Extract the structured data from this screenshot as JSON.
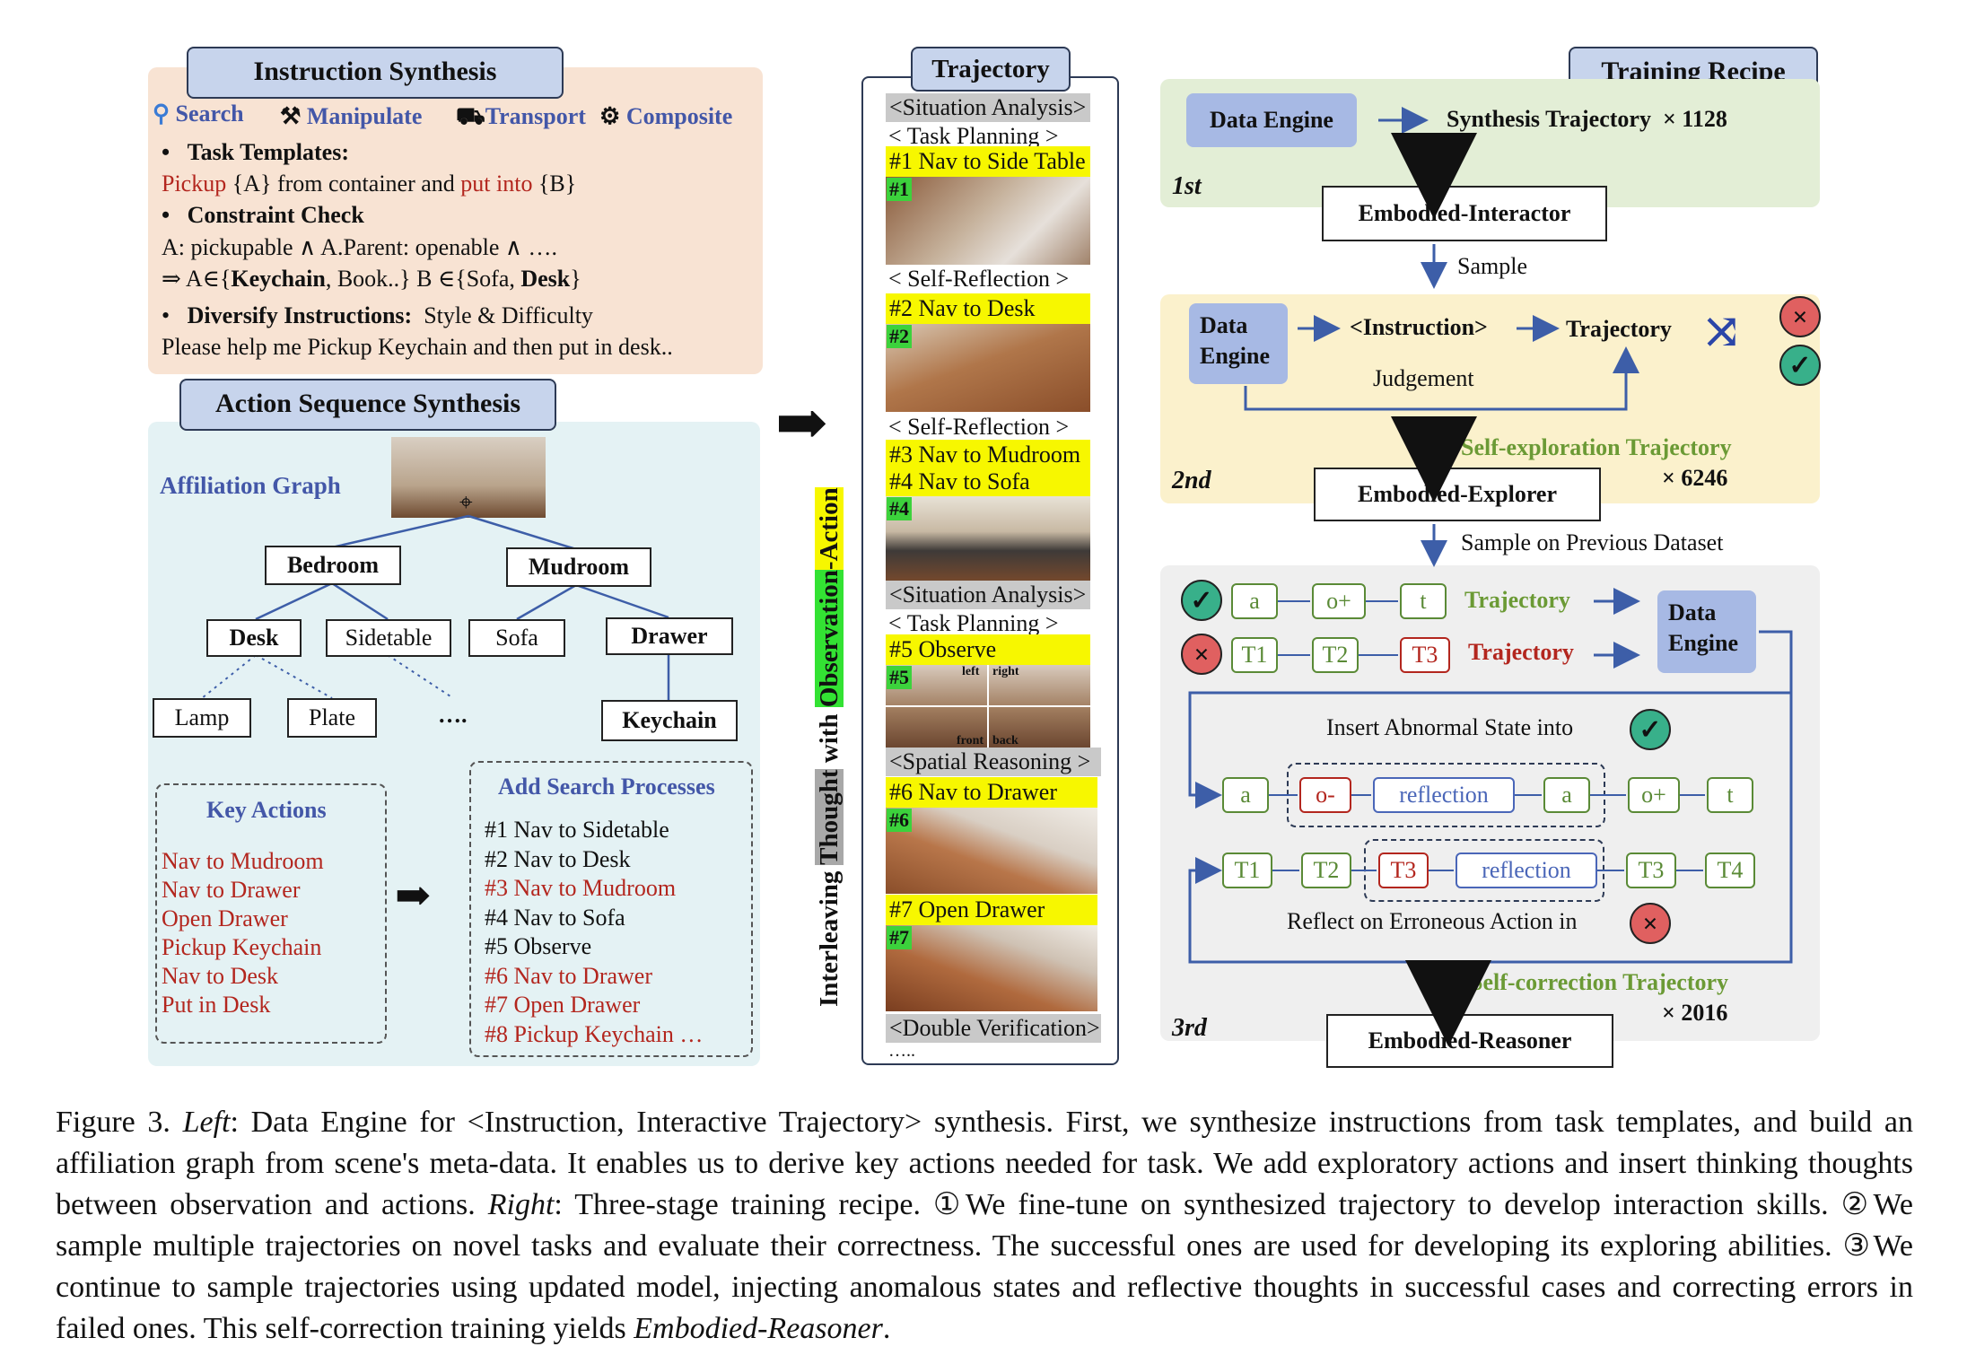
{
  "instruction_synthesis": {
    "title": "Instruction Synthesis",
    "categories": [
      "Search",
      "Manipulate",
      "Transport",
      "Composite"
    ],
    "task_templates_label": "Task Templates:",
    "template": {
      "pickup": "Pickup",
      "mid1": " {A} from container and ",
      "put": "put into",
      "mid2": " {B}"
    },
    "constraint_label": "Constraint Check",
    "constraint_line1": "A: pickupable ∧ A.Parent: openable ∧ ….",
    "constraint_line2_pre": "⇒ A∈{",
    "constraint_keychain": "Keychain",
    "constraint_line2_mid": ", Book..} B ∈{Sofa, ",
    "constraint_desk": "Desk",
    "constraint_line2_end": "}",
    "diversify_label": "Diversify Instructions:",
    "diversify_value": "Style & Difficulty",
    "example": "Please help me Pickup Keychain and then put in desk.."
  },
  "action_sequence": {
    "title": "Action Sequence Synthesis",
    "graph_label": "Affiliation Graph",
    "nodes": {
      "bedroom": "Bedroom",
      "mudroom": "Mudroom",
      "desk": "Desk",
      "sidetable": "Sidetable",
      "sofa": "Sofa",
      "drawer": "Drawer",
      "lamp": "Lamp",
      "plate": "Plate",
      "ellipsis": "….",
      "keychain": "Keychain"
    },
    "key_actions_title": "Key Actions",
    "key_actions": [
      "Nav to Mudroom",
      "Nav to Drawer",
      "Open Drawer",
      "Pickup Keychain",
      "Nav to Desk",
      "Put in Desk"
    ],
    "search_title": "Add Search Processes",
    "search_items": [
      {
        "text": "#1 Nav to Sidetable",
        "red": false
      },
      {
        "text": "#2 Nav to Desk",
        "red": false
      },
      {
        "text": "#3 Nav to Mudroom",
        "red": true
      },
      {
        "text": "#4 Nav to Sofa",
        "red": false
      },
      {
        "text": "#5 Observe",
        "red": false
      },
      {
        "text": "#6 Nav to Drawer",
        "red": true
      },
      {
        "text": "#7 Open Drawer",
        "red": true
      },
      {
        "text": "#8 Pickup Keychain …",
        "red": true
      }
    ]
  },
  "vertical_label": {
    "p1": "Interleaving ",
    "p2": "Thought",
    "p3": " with ",
    "p4": "Observation",
    "p5": "-Action"
  },
  "trajectory": {
    "title": "Trajectory",
    "situation1": "<Situation Analysis>",
    "planning1": "<   Task Planning    >",
    "step1": "#1 Nav to Side Table",
    "tag1": "#1",
    "reflection1": "<  Self-Reflection   >",
    "step2": "#2 Nav to Desk",
    "tag2": "#2",
    "reflection2": "<  Self-Reflection   >",
    "step3": "#3 Nav to Mudroom",
    "step4": "#4 Nav to Sofa",
    "tag4": "#4",
    "situation2": "<Situation Analysis>",
    "planning2": "<   Task  Planning   >",
    "step5": "#5     Observe",
    "tag5": "#5",
    "obs_left": "left",
    "obs_right": "right",
    "obs_front": "front",
    "obs_back": "back",
    "spatial": "<Spatial Reasoning >",
    "step6": "#6   Nav to Drawer",
    "tag6": "#6",
    "step7": "#7     Open Drawer",
    "tag7": "#7",
    "double": "<Double Verification>",
    "more": "….."
  },
  "training": {
    "title": "Training Recipe",
    "s1": {
      "data_engine": "Data Engine",
      "synth": "Synthesis Trajectory",
      "count": "× 1128",
      "stage": "1st",
      "model": "Embodied-Interactor",
      "sample": "Sample"
    },
    "s2": {
      "data_engine": "Data Engine",
      "instruction": "<Instruction>",
      "trajectory": "Trajectory",
      "judgement": "Judgement",
      "self_exploration": "Self-exploration Trajectory",
      "count": "× 6246",
      "stage": "2nd",
      "model": "Embodied-Explorer",
      "sample": "Sample on Previous Dataset"
    },
    "s3": {
      "row1": [
        "a",
        "o+",
        "t"
      ],
      "row1_label": "Trajectory",
      "row2": [
        "T1",
        "T2",
        "T3"
      ],
      "row2_label": "Trajectory",
      "data_engine": "Data Engine",
      "insert_label": "Insert Abnormal State into",
      "seq1": [
        "a",
        "o-",
        "reflection",
        "a",
        "o+",
        "t"
      ],
      "seq2": [
        "T1",
        "T2",
        "T3",
        "reflection",
        "T3",
        "T4"
      ],
      "reflect_label": "Reflect on Erroneous Action in",
      "self_correction": "Self-correction Trajectory",
      "count": "× 2016",
      "stage": "3rd",
      "model": "Embodied-Reasoner"
    }
  },
  "caption": {
    "fig": "Figure 3.",
    "left": "Left",
    "p1": ": Data Engine for <Instruction, Interactive Trajectory> synthesis. First, we synthesize instructions from task templates, and build an affiliation graph from scene's meta-data. It enables us to derive key actions needed for task. We add exploratory actions and insert thinking thoughts between observation and actions.",
    "right": "Right",
    "p2": ": Three-stage training recipe. ①We fine-tune on synthesized trajectory to develop interaction skills. ②We sample multiple trajectories on novel tasks and evaluate their correctness. The successful ones are used for developing its exploring abilities. ③We continue to sample trajectories using updated model, injecting anomalous states and reflective thoughts in successful cases and correcting errors in failed ones. This self-correction training yields",
    "model": "Embodied-Reasoner",
    "end": "."
  },
  "colors": {
    "orange_panel": "#f8e3d3",
    "teal_panel": "#e4f2f4",
    "green_panel": "#e3eed6",
    "yellow_panel": "#fbf1cc",
    "gray_panel": "#efefef",
    "header_blue": "#c7d4ec",
    "accent_red": "#b3261e",
    "accent_blue": "#4357a8",
    "accent_green": "#6b9a35"
  }
}
